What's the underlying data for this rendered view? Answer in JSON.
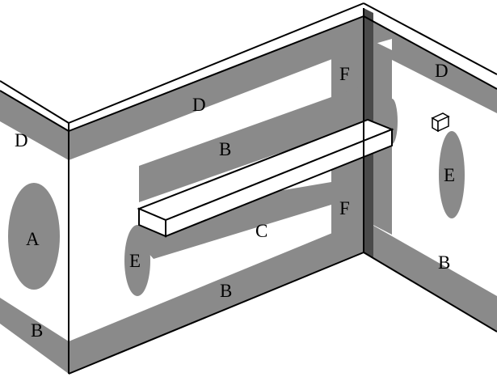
{
  "colors": {
    "background": "#ffffff",
    "shaded_band": "#8a8a8a",
    "dark_face": "#4a4a4a",
    "outline": "#000000"
  },
  "labels": {
    "a": "A",
    "b_left": "B",
    "b_center_upper": "B",
    "b_center_lower": "B",
    "b_right": "B",
    "c": "C",
    "d_left": "D",
    "d_center": "D",
    "d_right": "D",
    "e_center": "E",
    "e_right": "E",
    "f_upper": "F",
    "f_lower": "F"
  }
}
